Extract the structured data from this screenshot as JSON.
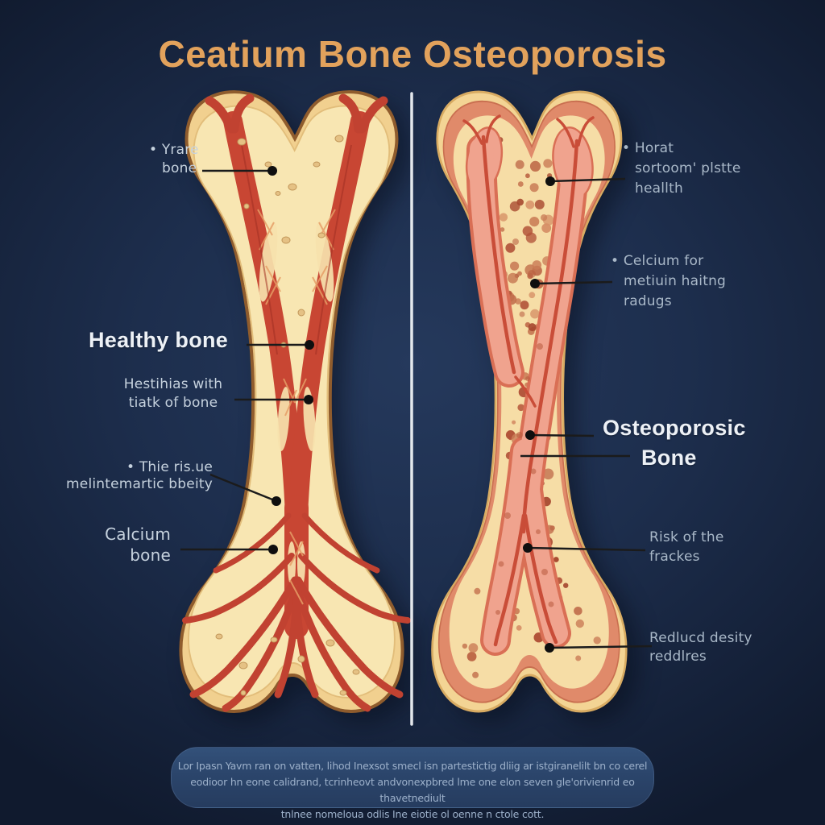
{
  "title": "Ceatium Bone Osteoporosis",
  "left": {
    "heading": "Healthy bone",
    "labels": [
      {
        "lines": [
          "• Yrare",
          "bone"
        ]
      },
      {
        "lines": [
          "Hestihias with",
          "tiatk of bone"
        ]
      },
      {
        "lines": [
          "• Thie ris.ue",
          "melintemartic bbeity"
        ]
      },
      {
        "lines": [
          "Calcium",
          "bone"
        ]
      }
    ]
  },
  "right": {
    "heading": [
      "Osteoporosic",
      "Bone"
    ],
    "labels": [
      {
        "lines": [
          "• Horat",
          "sortoom' plstte",
          "heallth"
        ]
      },
      {
        "lines": [
          "• Celcium for",
          "metiuin haitng",
          "radugs"
        ]
      },
      {
        "lines": [
          "Risk of the",
          "frackes"
        ]
      },
      {
        "lines": [
          "Redlucd desity",
          "reddlres"
        ]
      }
    ]
  },
  "footer": {
    "lines": [
      "Lor Ipasn Yavm ran on vatten, lihod Inexsot smecl isn partestictig dliig ar istgiranelilt bn co cerel",
      "eodioor hn eone calidrand, tcrinheovt andvonexpbred lme one elon seven gle'orivienrid eo thavetnediult",
      "tnlnee nomeloua odlis Ine eiotie ol oenne n ctole cott."
    ]
  },
  "colors": {
    "title": "#e2a25c",
    "heading": "#edf1f6",
    "label": "#a9b8c8",
    "label_light": "#c6d2de",
    "footer_bg": "#2c4568",
    "footer_text": "#9db1cb",
    "background": "#1b2c49",
    "healthy_bone_cream": "#f1d08f",
    "bone_red": "#c84633",
    "osteo_salmon": "#e08a6a",
    "osteo_tan": "#f6dda6",
    "pointer": "#1b1b1b"
  }
}
